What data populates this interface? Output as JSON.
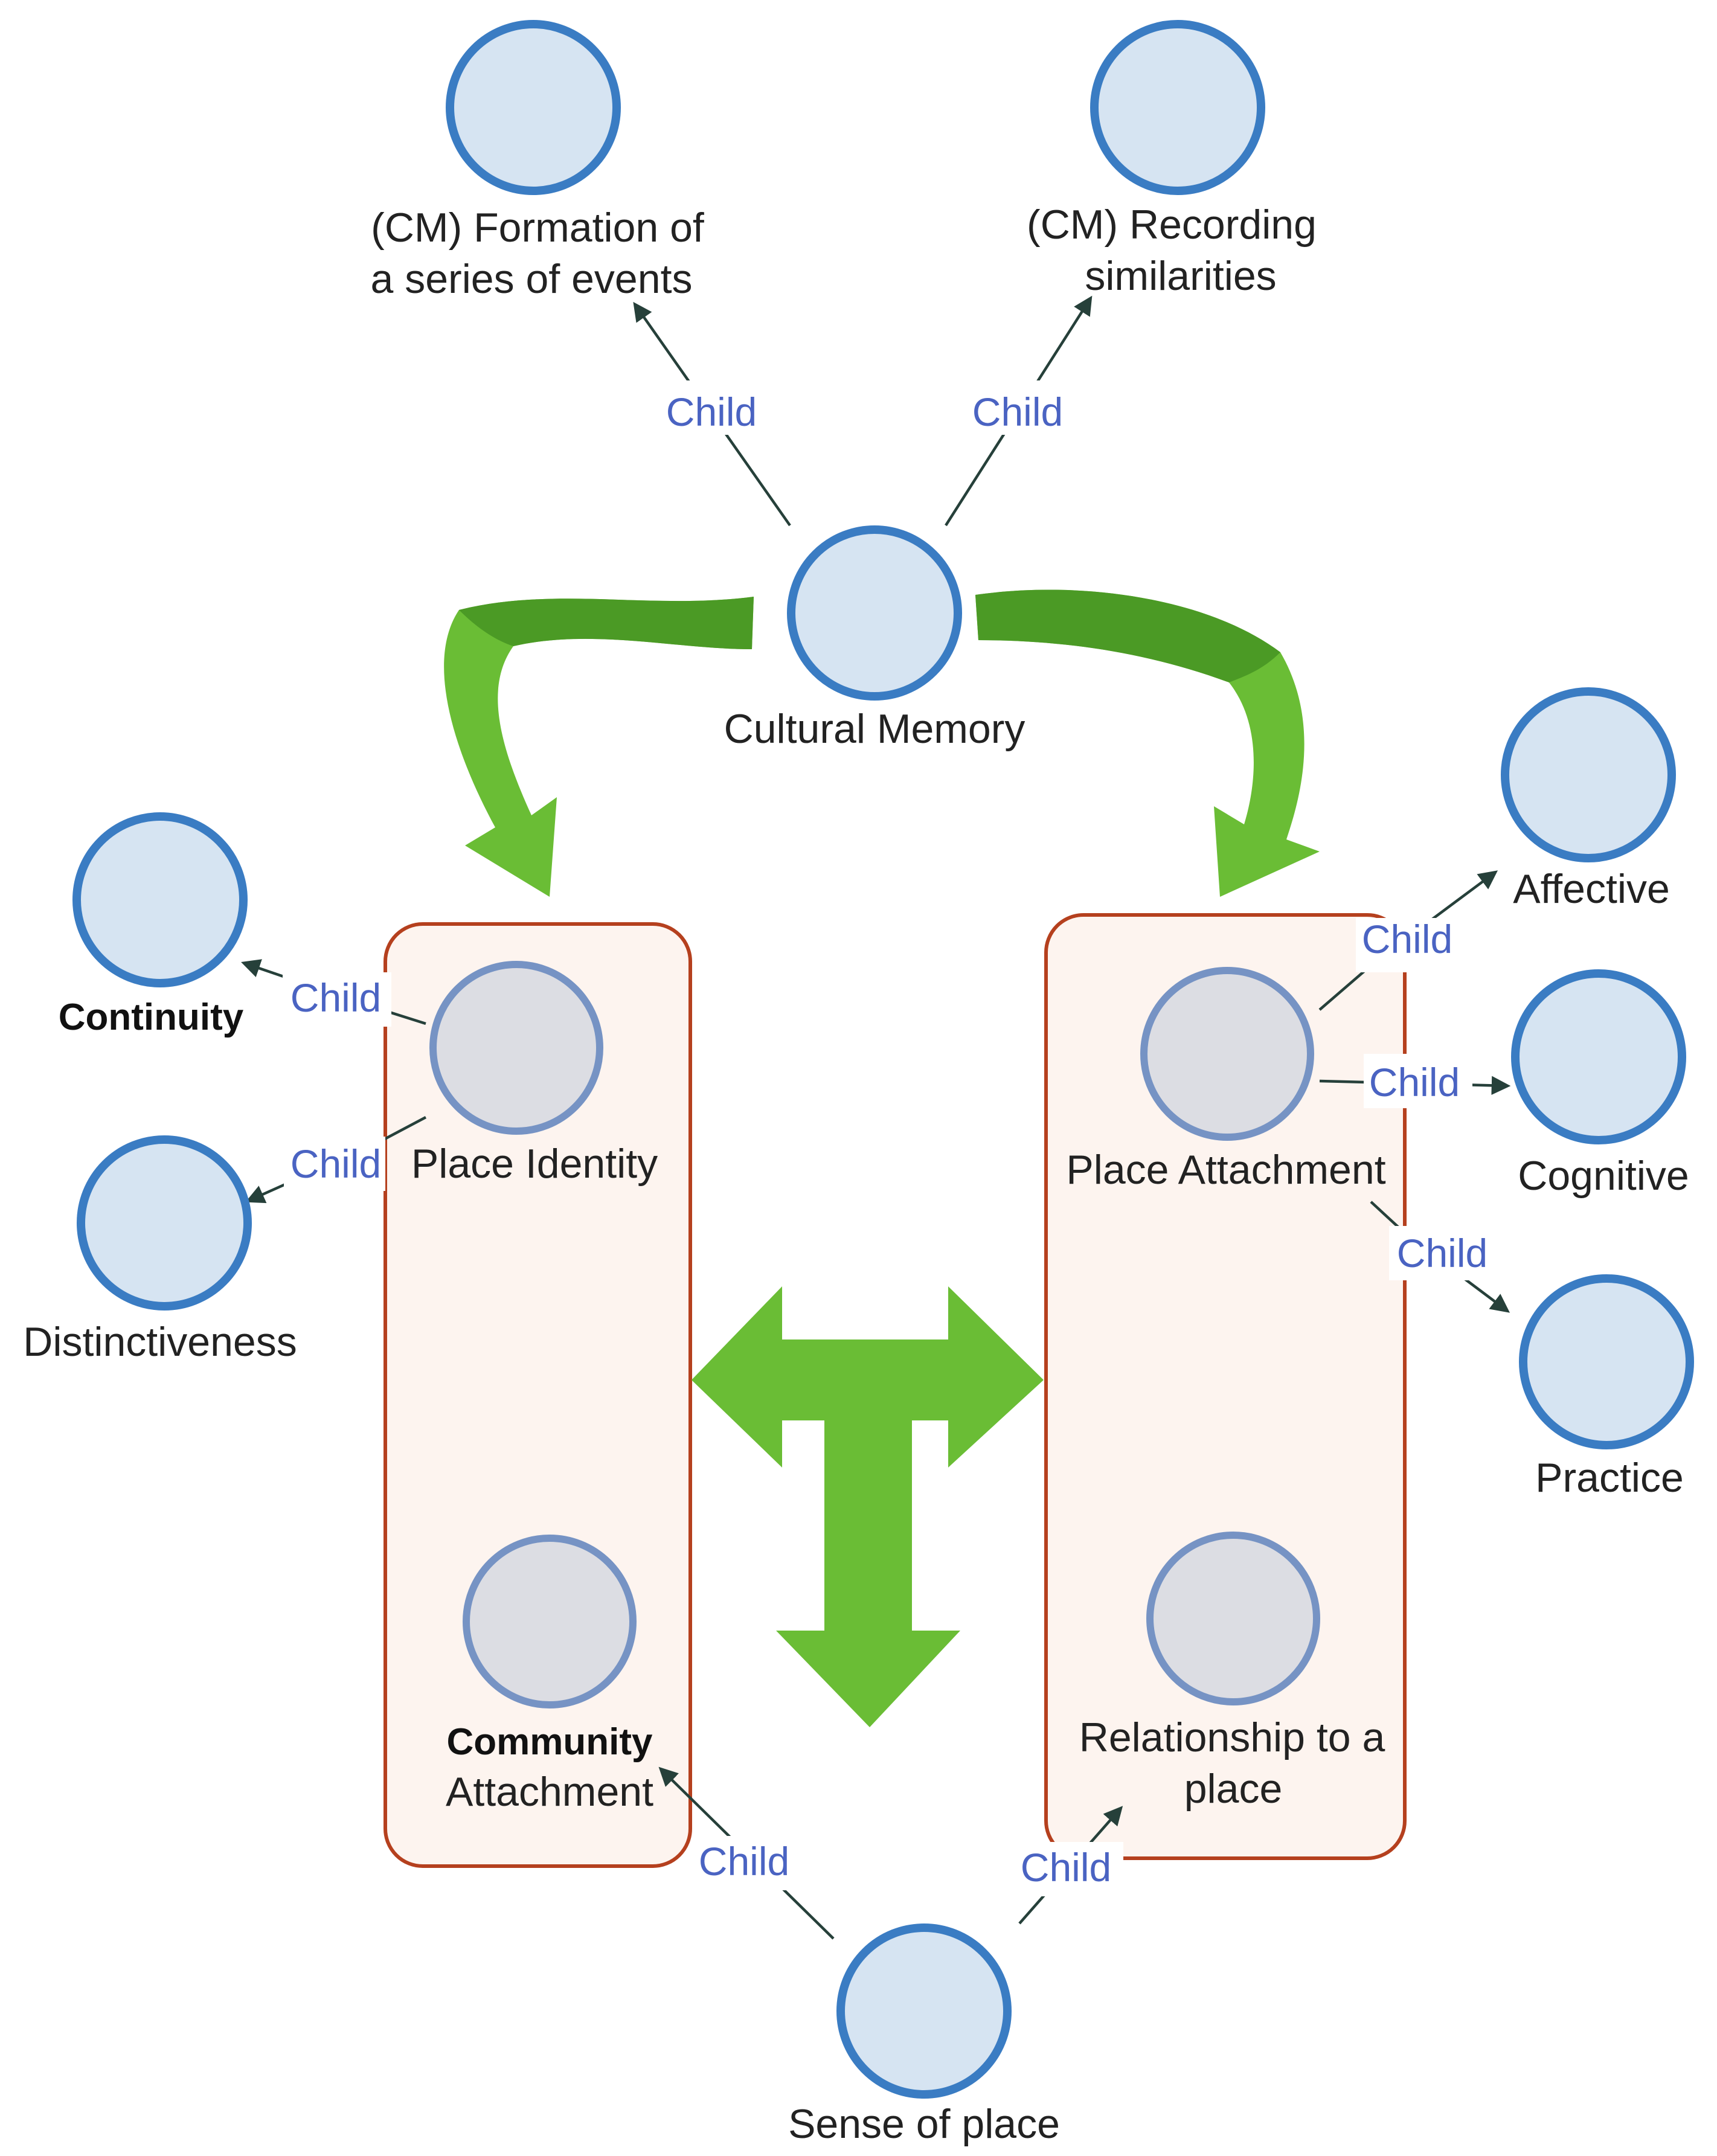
{
  "colors": {
    "node_fill": "#d6e4f2",
    "node_stroke": "#3a7cc3",
    "inner_node_fill": "#dcdde3",
    "inner_node_stroke": "#7693c4",
    "group_fill": "#fdf4ef",
    "group_stroke": "#b5401e",
    "edge_label": "#4a63c2",
    "edge_line": "#26403a",
    "green_arrow": "#6abd35",
    "green_arrow_dark": "#4b9a25"
  },
  "nodes": {
    "formation": {
      "line1": "(CM) Formation of",
      "line2": "a series of events"
    },
    "recording": {
      "line1": "(CM) Recording",
      "line2": "similarities"
    },
    "cultural_memory": {
      "label": "Cultural Memory"
    },
    "continuity": {
      "label": "Continuity"
    },
    "distinctiveness": {
      "label": "Distinctiveness"
    },
    "place_identity": {
      "label": "Place Identity"
    },
    "community_attachment": {
      "line1": "Community",
      "line2": "Attachment"
    },
    "place_attachment": {
      "label": "Place Attachment"
    },
    "relationship": {
      "line1": "Relationship to a",
      "line2": "place"
    },
    "affective": {
      "label": "Affective"
    },
    "cognitive": {
      "label": "Cognitive"
    },
    "practice": {
      "label": "Practice"
    },
    "sense_of_place": {
      "label": "Sense of place"
    }
  },
  "edges": {
    "cm_formation": "Child",
    "cm_recording": "Child",
    "pi_continuity": "Child",
    "pi_distinctiveness": "Child",
    "pa_affective": "Child",
    "pa_cognitive": "Child",
    "pa_practice": "Child",
    "sop_community": "Child",
    "sop_relationship": "Child"
  }
}
